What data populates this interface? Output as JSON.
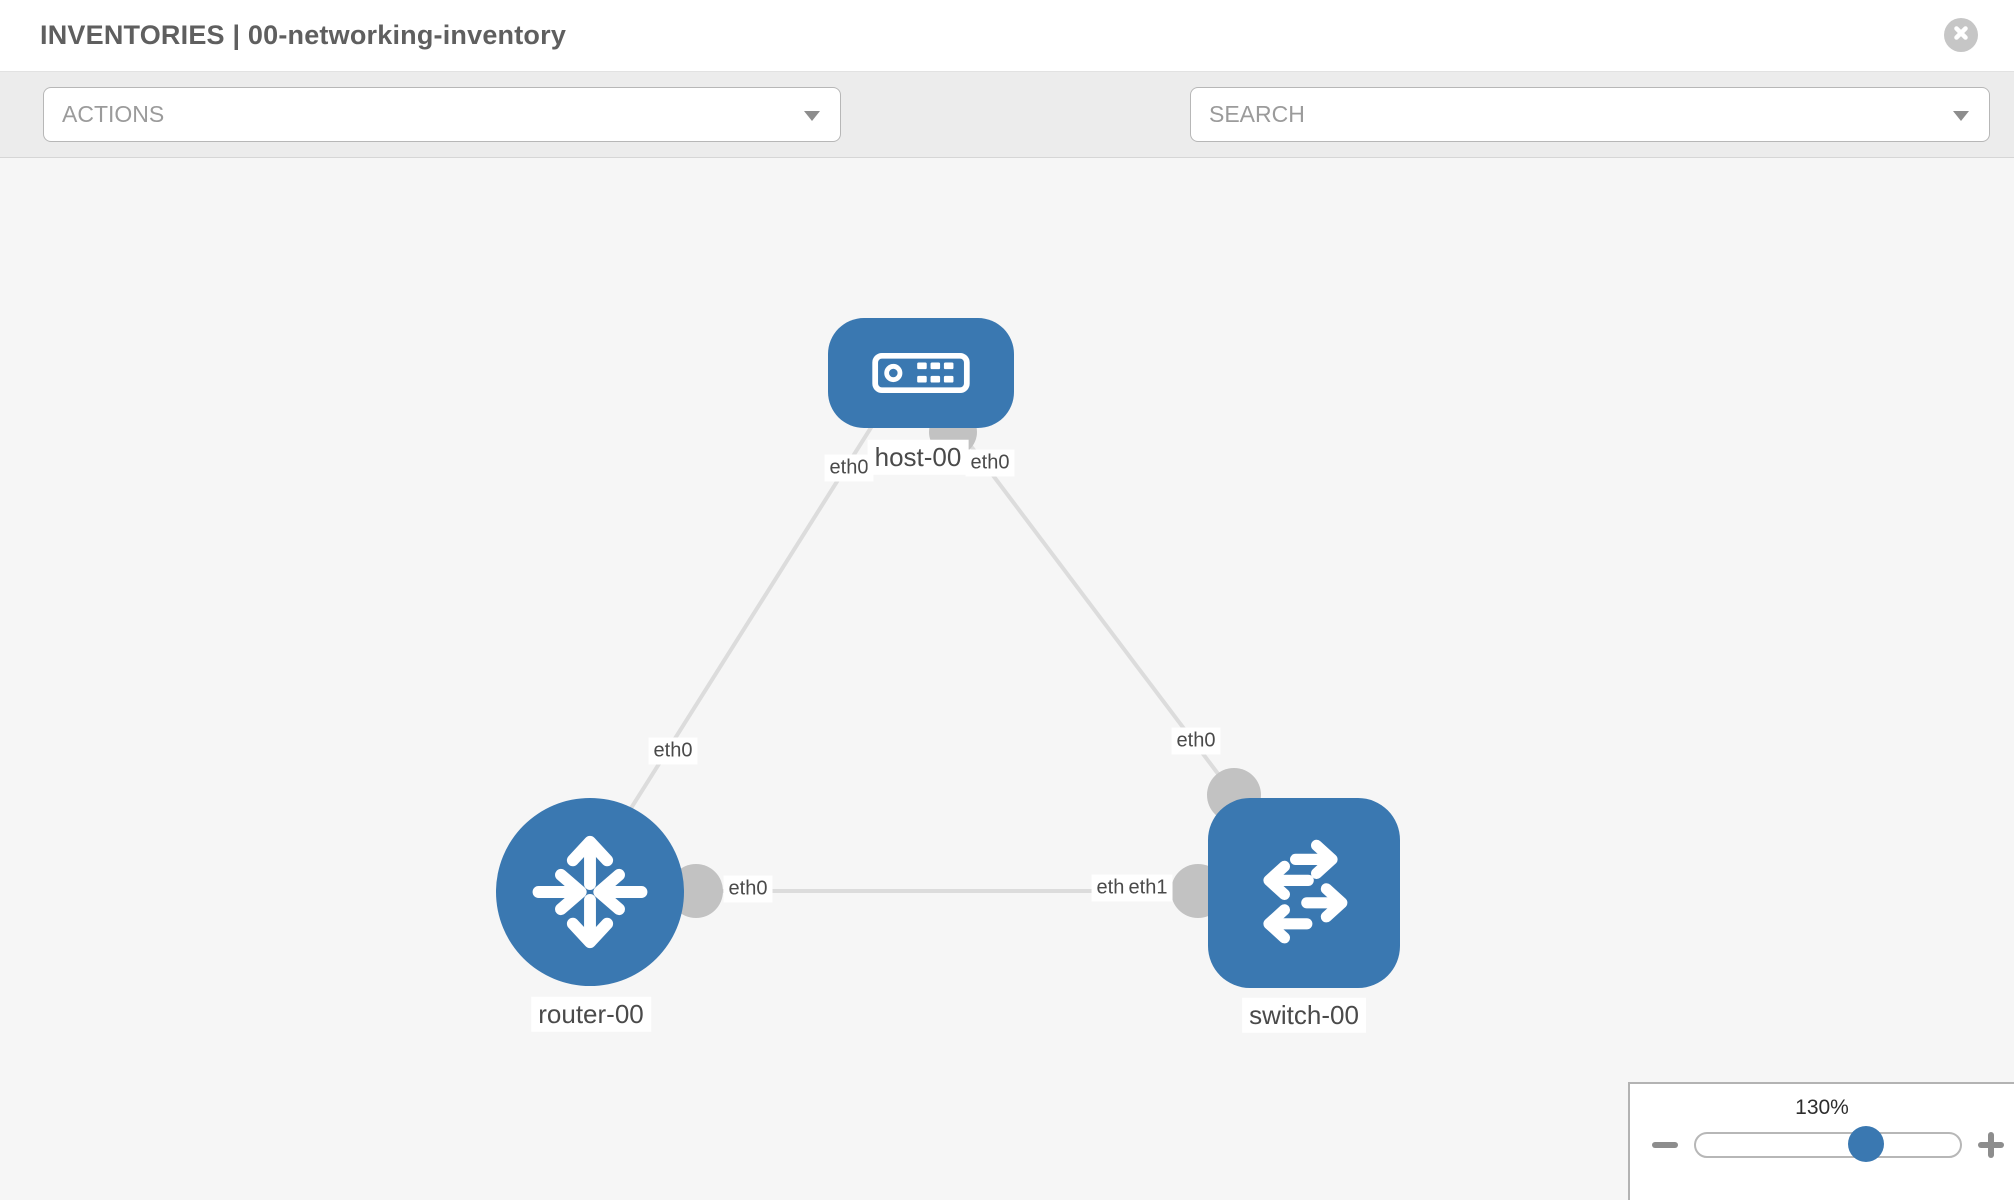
{
  "window": {
    "title": "INVENTORIES | 00-networking-inventory"
  },
  "toolbar": {
    "actions_dropdown": {
      "label": "ACTIONS"
    },
    "search_dropdown": {
      "label": "SEARCH"
    },
    "icons": {
      "wrench": "wrench-icon",
      "key": "key-icon"
    }
  },
  "topology": {
    "nodes": {
      "host": {
        "label": "host-00",
        "type": "host"
      },
      "router": {
        "label": "router-00",
        "type": "router"
      },
      "switch": {
        "label": "switch-00",
        "type": "switch"
      }
    },
    "links": [
      {
        "from": "host-00",
        "to": "router-00"
      },
      {
        "from": "host-00",
        "to": "switch-00"
      },
      {
        "from": "router-00",
        "to": "switch-00"
      }
    ],
    "interfaces": {
      "host_to_router_host_end": "eth0",
      "host_to_router_router_end": "eth0",
      "host_to_switch_host_end": "eth0",
      "host_to_switch_switch_end": "eth0",
      "router_to_switch_router_end": "eth0",
      "router_to_switch_switch_end_under": "eth0",
      "router_to_switch_switch_end": "eth1"
    }
  },
  "zoom_control": {
    "level": "130%",
    "slider_percent": 64.5
  },
  "colors": {
    "node_blue": "#3a78b1",
    "link_gray": "#dcdcdc",
    "connector_gray": "#c2c2c2",
    "toolbar_bg": "#ececec",
    "canvas_bg": "#f6f6f6"
  }
}
